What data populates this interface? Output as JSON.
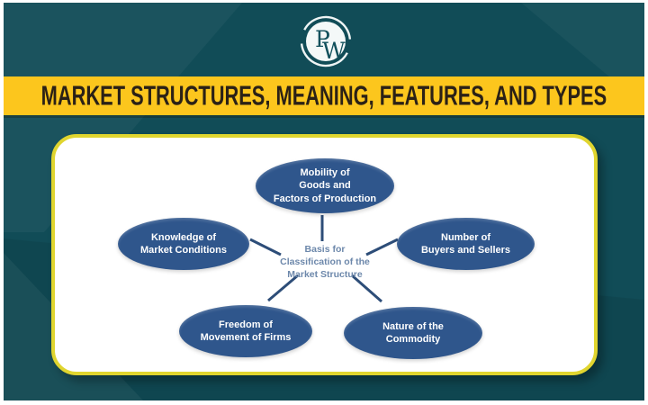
{
  "logo": {
    "letter_p": "P",
    "letter_w": "W"
  },
  "banner": {
    "title": "MARKET STRUCTURES, MEANING, FEATURES, AND TYPES"
  },
  "diagram": {
    "center_label": "Basis for\nClassification of the\nMarket Structure",
    "nodes": [
      {
        "id": "mobility",
        "label": "Mobility of\nGoods and\nFactors of Production"
      },
      {
        "id": "knowledge",
        "label": "Knowledge of\nMarket Conditions"
      },
      {
        "id": "buyers-sellers",
        "label": "Number of\nBuyers and Sellers"
      },
      {
        "id": "freedom",
        "label": "Freedom of\nMovement of Firms"
      },
      {
        "id": "commodity",
        "label": "Nature of the\nCommodity"
      }
    ]
  },
  "colors": {
    "background": "#114c57",
    "outer_border": "#ffffff",
    "banner_background": "#fcc61d",
    "banner_text": "#2b2116",
    "card_background": "#ffffff",
    "card_border": "#e0d52f",
    "node_fill": "#2f568c",
    "node_text": "#ffffff",
    "center_text": "#6d88ab",
    "connector": "#2d4d78",
    "logo_ink": "#12505c"
  }
}
